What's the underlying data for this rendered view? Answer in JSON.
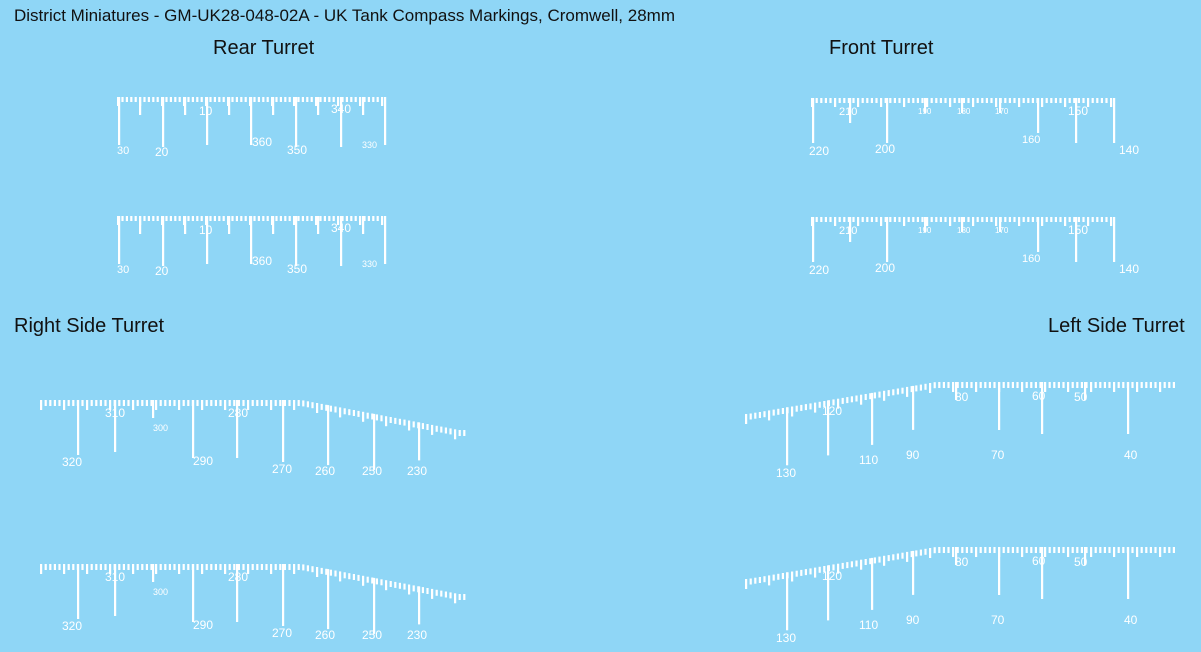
{
  "title": "District Miniatures - GM-UK28-048-02A - UK Tank Compass Markings, Cromwell, 28mm",
  "sections": {
    "rear": "Rear Turret",
    "front": "Front Turret",
    "right": "Right Side Turret",
    "left": "Left Side Turret"
  },
  "colors": {
    "background": "#8fd6f6",
    "marking": "#ffffff",
    "text": "#111111"
  },
  "scales": {
    "rear": [
      "30",
      "20",
      "10",
      "360",
      "350",
      "340",
      "330"
    ],
    "front": [
      "220",
      "210",
      "200",
      "190",
      "180",
      "170",
      "160",
      "150",
      "140"
    ],
    "right": [
      "320",
      "310",
      "300",
      "290",
      "280",
      "270",
      "260",
      "250",
      "230"
    ],
    "left": [
      "130",
      "120",
      "110",
      "90",
      "80",
      "70",
      "60",
      "50",
      "40"
    ]
  }
}
